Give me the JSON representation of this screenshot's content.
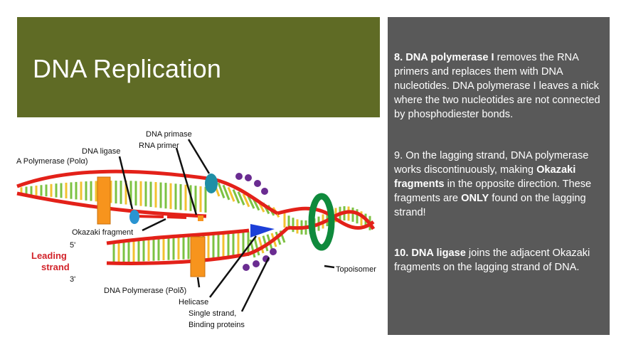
{
  "slide": {
    "title": "DNA Replication",
    "points": [
      {
        "lead": "8. DNA polymerase I",
        "text": " removes the RNA primers and replaces them with DNA nucleotides. DNA polymerase I leaves a nick where the two nucleotides are not connected by phosphodiester bonds."
      },
      {
        "text_a": "9. On the lagging strand, DNA polymerase works discontinuously, making ",
        "bold_a": "Okazaki fragments",
        "text_b": " in the opposite direction. These fragments are ",
        "bold_b": "ONLY",
        "text_c": " found on the lagging strand!"
      },
      {
        "lead": "10. DNA ligase",
        "text": " joins the adjacent Okazaki fragments on the lagging strand of DNA."
      }
    ]
  },
  "diagram": {
    "labels": {
      "primase": "DNA primase",
      "rna_primer": "RNA primer",
      "ligase": "DNA ligase",
      "pol_alpha": "A Polymerase (Polα)",
      "okazaki": "Okazaki fragment",
      "five_prime": "5'",
      "three_prime": "3'",
      "leading": "Leading",
      "strand": "strand",
      "pol_delta": "DNA Polymerase (Polδ)",
      "helicase": "Helicase",
      "ssb_1": "Single strand,",
      "ssb_2": "Binding proteins",
      "topo": "Topoisomer"
    },
    "colors": {
      "backbone": "#e32119",
      "base_green": "#7dc242",
      "base_yellow": "#f2c230",
      "polymerase": "#f7941d",
      "ligase": "#2a94d1",
      "helicase": "#1c3fd8",
      "topo": "#0f8a3c",
      "ssb": "#6a2c91"
    }
  }
}
